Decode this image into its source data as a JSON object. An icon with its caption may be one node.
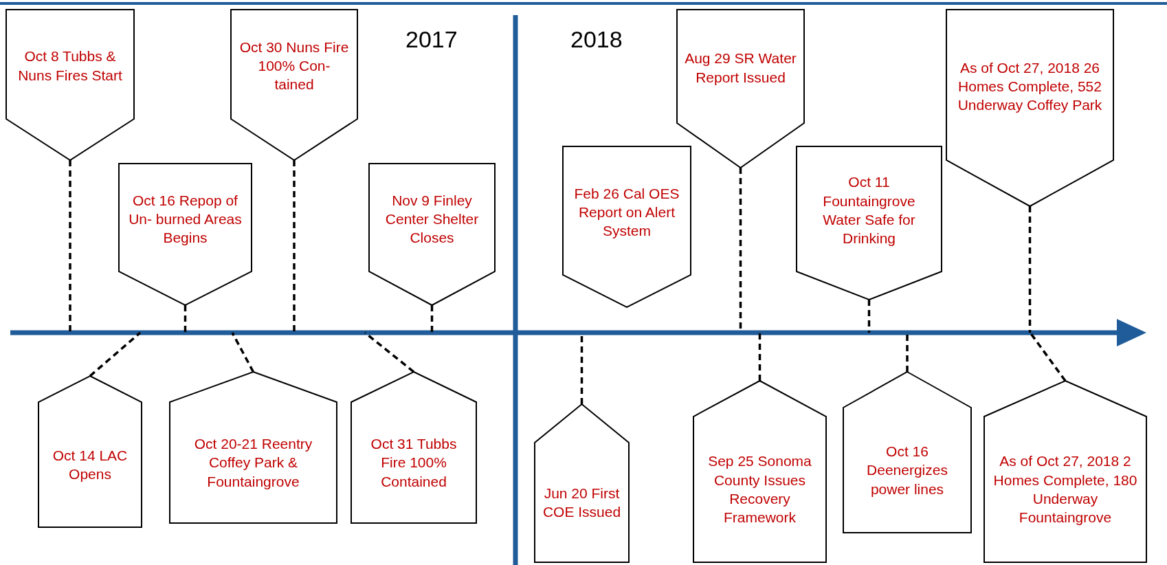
{
  "diagram": {
    "nodes": [
      {
        "text": [
          "Oct 8 Tubbs & Nuns Fires Start"
        ]
      },
      {
        "text": [
          "Oct 14 LAC Opens"
        ]
      },
      {
        "text": [
          "Oct 16 Repop of Un- burned Areas Begins"
        ]
      },
      {
        "text": [
          "Oct 20-21 Reentry Coffey Park & Fountaingrove"
        ]
      },
      {
        "text": [
          "Oct 30 Nuns Fire 100% Con- tained"
        ]
      },
      {
        "text": [
          "Oct 31 Tubbs Fire 100% Contained"
        ]
      },
      {
        "text": [
          "Nov 9 Finley Center Shelter Closes"
        ]
      },
      {
        "text": [
          "Feb 26 Cal OES Report on Alert System"
        ]
      },
      {
        "text": [
          "Jun 20 First COE Issued"
        ]
      },
      {
        "text": [
          "Aug 29 SR Water Report Issued"
        ]
      },
      {
        "text": [
          "Sep 25 Sonoma County Issues Recovery Framework"
        ]
      },
      {
        "text": [
          "Oct 11 Fountaingrove Water Safe for Drinking"
        ]
      },
      {
        "text": [
          "Oct 16 Deenergizes power lines"
        ]
      },
      {
        "text": [
          "As of Oct 27, 2018 26 Homes Complete, 552 Underway Coffey Park"
        ]
      },
      {
        "text": [
          "As of Oct 27, 2018 2 Homes Complete, 180 Underway Fountaingrove"
        ]
      }
    ],
    "edges": [
      {
        "from": 0,
        "to": null,
        "arrow": "none",
        "style": "dashed"
      },
      {
        "from": 1,
        "to": null,
        "arrow": "none",
        "style": "dashed"
      },
      {
        "from": 2,
        "to": null,
        "arrow": "none",
        "style": "dashed"
      },
      {
        "from": 3,
        "to": null,
        "arrow": "none",
        "style": "dashed"
      },
      {
        "from": 4,
        "to": null,
        "arrow": "none",
        "style": "dashed"
      },
      {
        "from": 5,
        "to": null,
        "arrow": "none",
        "style": "dashed"
      },
      {
        "from": 6,
        "to": null,
        "arrow": "none",
        "style": "dashed"
      },
      {
        "from": 8,
        "to": null,
        "arrow": "none",
        "style": "dashed"
      },
      {
        "from": 9,
        "to": null,
        "arrow": "none",
        "style": "dashed"
      },
      {
        "from": 10,
        "to": null,
        "arrow": "none",
        "style": "dashed"
      },
      {
        "from": 11,
        "to": null,
        "arrow": "none",
        "style": "dashed"
      },
      {
        "from": 12,
        "to": null,
        "arrow": "none",
        "style": "dashed"
      },
      {
        "from": 13,
        "to": null,
        "arrow": "none",
        "style": "dashed"
      },
      {
        "from": 14,
        "to": null,
        "arrow": "none",
        "style": "dashed"
      }
    ],
    "labels": [
      "2017",
      "2018"
    ]
  }
}
